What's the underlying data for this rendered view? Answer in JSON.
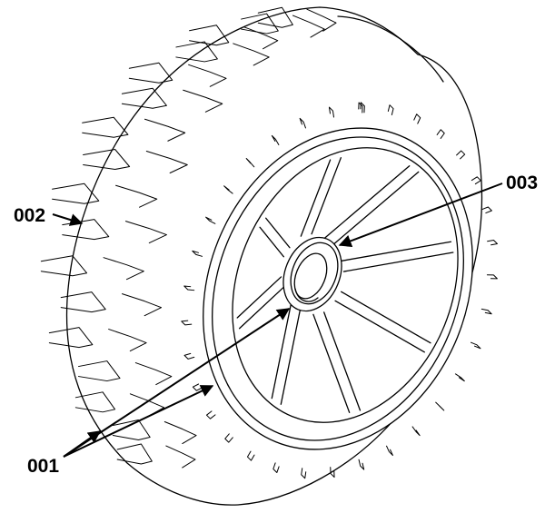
{
  "callouts": {
    "c001": "001",
    "c002": "002",
    "c003": "003"
  }
}
